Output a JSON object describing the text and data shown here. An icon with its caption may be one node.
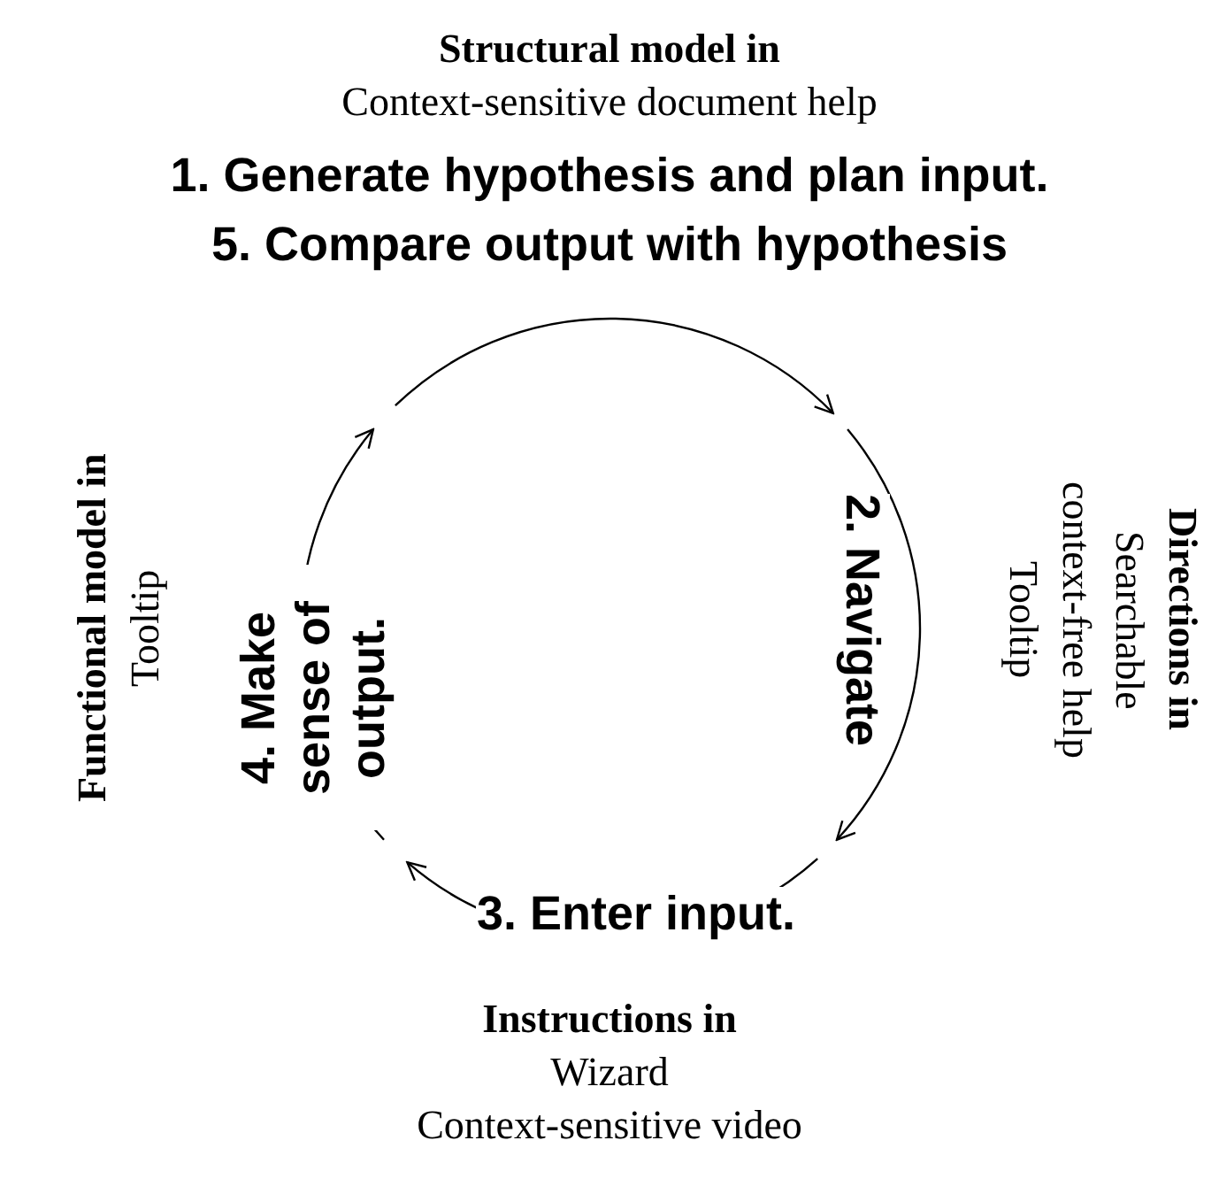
{
  "diagram": {
    "nodes": [
      {
        "text": [
          "1. Generate hypothesis and plan input.",
          "5. Compare output with hypothesis"
        ],
        "beside": [
          "Structural model in",
          "Context-sensitive document help"
        ]
      },
      {
        "text": [
          "2. Navigate"
        ],
        "beside": [
          "Directions in",
          "Searchable context-free help",
          "Tooltip"
        ]
      },
      {
        "text": [
          "3. Enter input."
        ],
        "beside": [
          "Instructions in",
          "Wizard",
          "Context-sensitive video"
        ]
      },
      {
        "text": [
          "4. Make sense of output."
        ],
        "beside": [
          "Functional model in",
          "Tooltip"
        ]
      }
    ],
    "edges": [
      {
        "from": null,
        "to": 1,
        "arrow": "to"
      },
      {
        "from": 1,
        "to": 2,
        "arrow": "to"
      },
      {
        "from": 2,
        "to": 3,
        "arrow": "to"
      },
      {
        "from": 3,
        "to": null,
        "arrow": "to"
      }
    ]
  }
}
